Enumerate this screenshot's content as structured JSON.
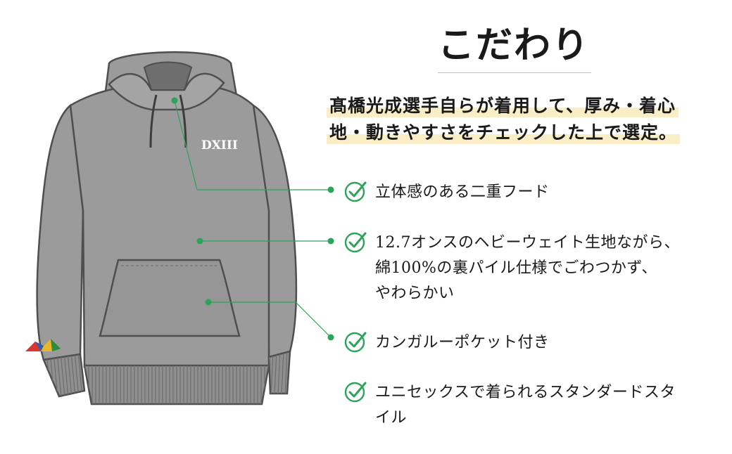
{
  "title": "こだわり",
  "intro": {
    "line1": "髙橋光成選手自らが着用して、厚み・着心",
    "line2": "地・動きやすさをチェックした上で選定。"
  },
  "logo_text": "DXIII",
  "features": [
    {
      "text": "立体感のある二重フード"
    },
    {
      "text": "12.7オンスのヘビーウェイト生地ながら、\n綿100%の裏パイル仕様でごわつかず、\nやわらかい"
    },
    {
      "text": "カンガルーポケット付き"
    },
    {
      "text": "ユニセックスで着られるスタンダードスタ\nイル"
    }
  ],
  "colors": {
    "accent": "#2da35a",
    "hoodie": "#9b9b9b",
    "hoodie_outline": "#4f4f4f",
    "highlight": "#faeec7"
  }
}
